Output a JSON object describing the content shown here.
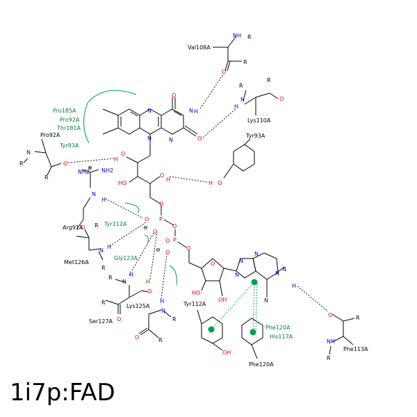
{
  "caption": "1i7p:FAD",
  "residues": {
    "val108": "Val108A",
    "lys110": "Lys110A",
    "tyr93_top": "Tyr93A",
    "pro92_left": "Pro92A",
    "arg91": "Arg91A",
    "met126": "Met126A",
    "lys125": "Lys125A",
    "ser127": "Ser127A",
    "tyr112_bottom": "Tyr112A",
    "phe120": "Phe120A",
    "phe113": "Phe113A"
  },
  "hydrophobic": {
    "pro185": "Pro185A",
    "pro92": "Pro92A",
    "thr181": "Thr181A",
    "tyr93": "Tyr93A",
    "tyr112": "Tyr112A",
    "gly123": "Gly123A",
    "phe120": "Phe120A",
    "his117": "His117A"
  },
  "atoms": {
    "N": "N",
    "O": "O",
    "H": "H",
    "NH": "NH",
    "HO": "HO",
    "OH": "OH",
    "R": "R",
    "P": "P",
    "NH2": "NH2",
    "O_minus": "⊖",
    "plus": "⊕"
  },
  "colors": {
    "nitrogen": "#0000cc",
    "oxygen": "#dd0000",
    "hydrophobic": "#008030",
    "pi_contact": "#00a050"
  }
}
